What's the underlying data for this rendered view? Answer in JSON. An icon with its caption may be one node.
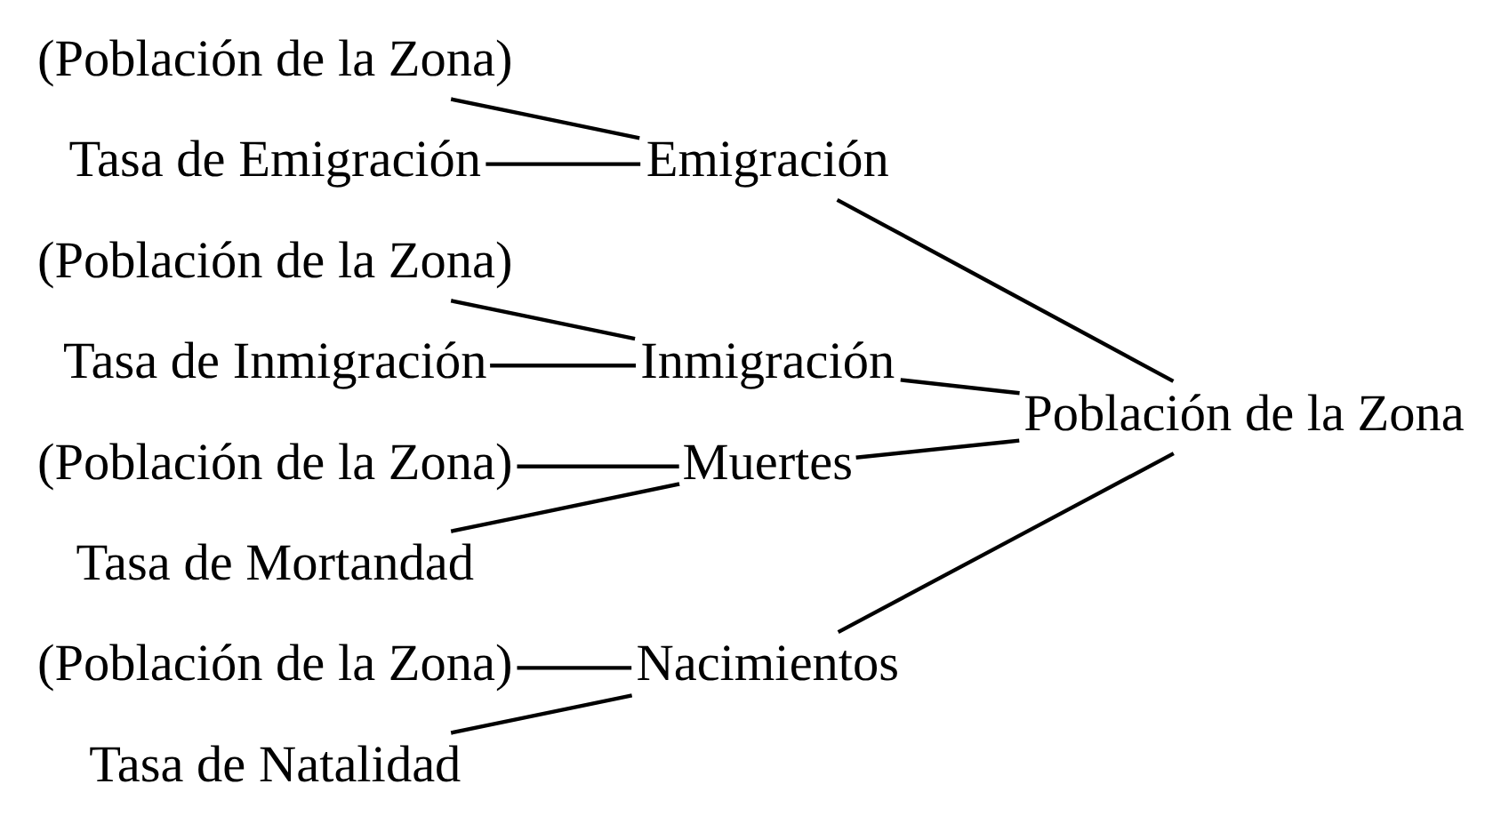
{
  "diagram": {
    "nodes": [
      {
        "text": [
          "(Población de la Zona)"
        ]
      },
      {
        "text": [
          "Emigración"
        ]
      },
      {
        "text": [
          "Tasa de Emigración"
        ]
      },
      {
        "text": [
          "(Población de la Zona)"
        ]
      },
      {
        "text": [
          "Inmigración"
        ]
      },
      {
        "text": [
          "Tasa de Inmigración"
        ]
      },
      {
        "text": [
          "Población de la Zona"
        ]
      },
      {
        "text": [
          "(Población de la Zona)"
        ]
      },
      {
        "text": [
          "Muertes"
        ]
      },
      {
        "text": [
          "Tasa de Mortandad"
        ]
      },
      {
        "text": [
          "(Población de la Zona)"
        ]
      },
      {
        "text": [
          "Nacimientos"
        ]
      },
      {
        "text": [
          "Tasa de Natalidad"
        ]
      }
    ],
    "edges": [
      {
        "from": 0,
        "to": 1,
        "arrow": "none"
      },
      {
        "from": 2,
        "to": 1,
        "arrow": "none"
      },
      {
        "from": 3,
        "to": 4,
        "arrow": "none"
      },
      {
        "from": 5,
        "to": 4,
        "arrow": "none"
      },
      {
        "from": 7,
        "to": 8,
        "arrow": "none"
      },
      {
        "from": 9,
        "to": 8,
        "arrow": "none"
      },
      {
        "from": 10,
        "to": 11,
        "arrow": "none"
      },
      {
        "from": 12,
        "to": 11,
        "arrow": "none"
      },
      {
        "from": 1,
        "to": 6,
        "arrow": "none"
      },
      {
        "from": 4,
        "to": 6,
        "arrow": "none"
      },
      {
        "from": 8,
        "to": 6,
        "arrow": "none"
      },
      {
        "from": 11,
        "to": 6,
        "arrow": "none"
      }
    ]
  }
}
